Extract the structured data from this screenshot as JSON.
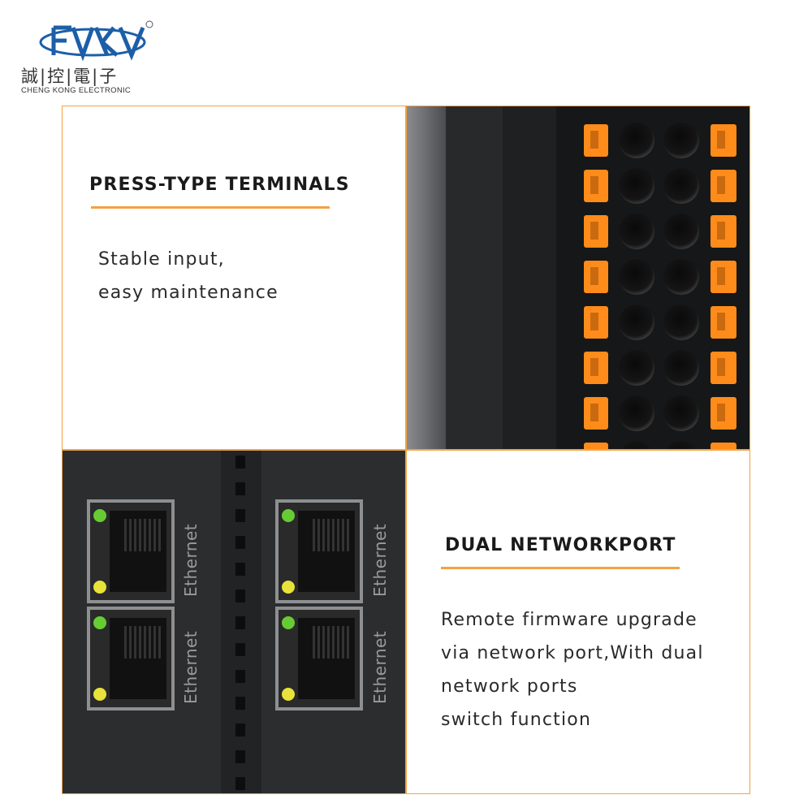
{
  "logo": {
    "cn_name": "誠|控|電|子",
    "en_name": "CHENG KONG ELECTRONIC"
  },
  "panel_terminals": {
    "heading": "PRESS-TYPE TERMINALS",
    "lines": [
      "Stable input,",
      "easy maintenance"
    ]
  },
  "panel_network": {
    "heading": "DUAL NETWORKPORT",
    "lines": [
      "Remote firmware upgrade",
      "via network port,With dual",
      "network ports",
      "switch function"
    ]
  },
  "ethernet_labels": [
    "Ethernet",
    "Ethernet",
    "Ethernet",
    "Ethernet"
  ],
  "colors": {
    "accent": "#f2a341",
    "terminal_orange": "#ff8c1a",
    "device_body": "#2a2b2d",
    "led_green": "#66cc33",
    "led_yellow": "#e8e23a"
  }
}
